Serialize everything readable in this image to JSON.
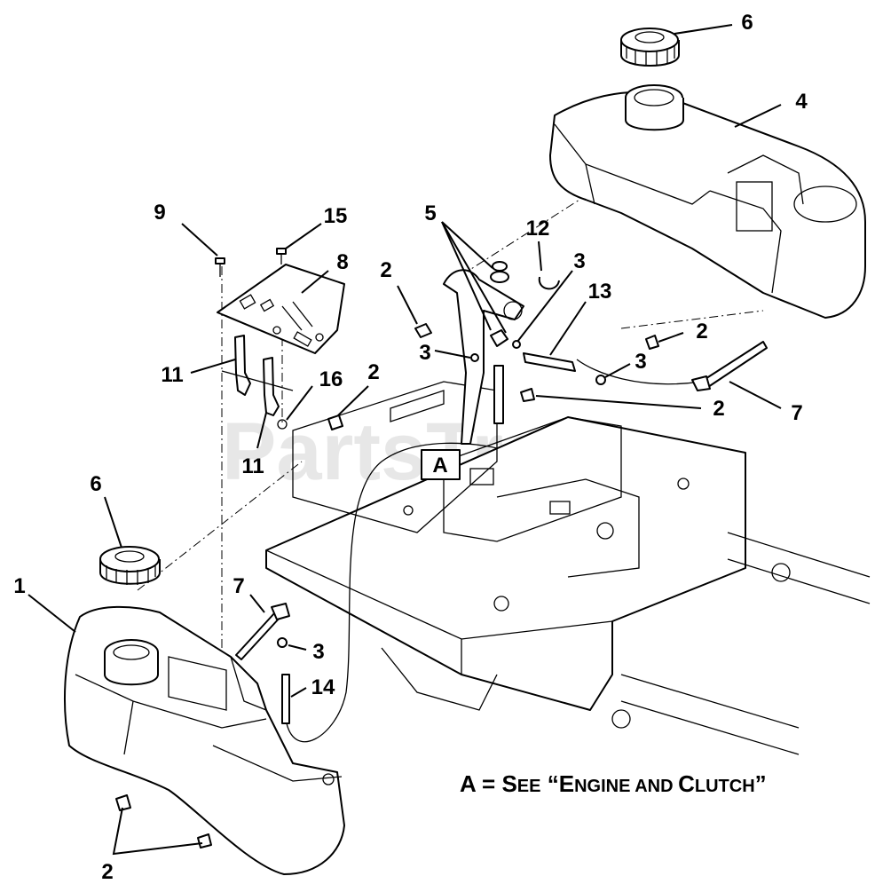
{
  "callouts": {
    "c1": "1",
    "c2a": "2",
    "c2b": "2",
    "c2c": "2",
    "c2d": "2",
    "c2e": "2",
    "c3a": "3",
    "c3b": "3",
    "c3c": "3",
    "c3d": "3",
    "c4": "4",
    "c5": "5",
    "c6a": "6",
    "c6b": "6",
    "c7a": "7",
    "c7b": "7",
    "c8": "8",
    "c9": "9",
    "c11a": "11",
    "c11b": "11",
    "c12": "12",
    "c13": "13",
    "c14": "14",
    "c15": "15",
    "c16": "16"
  },
  "reference_box": "A",
  "caption": {
    "prefix": "A = S",
    "w1_rest": "EE",
    "quote_open": " “E",
    "w2_rest": "NGINE AND ",
    "w3_first": "C",
    "w3_rest": "LUTCH",
    "quote_close": "”"
  },
  "watermark": "PartsTree"
}
